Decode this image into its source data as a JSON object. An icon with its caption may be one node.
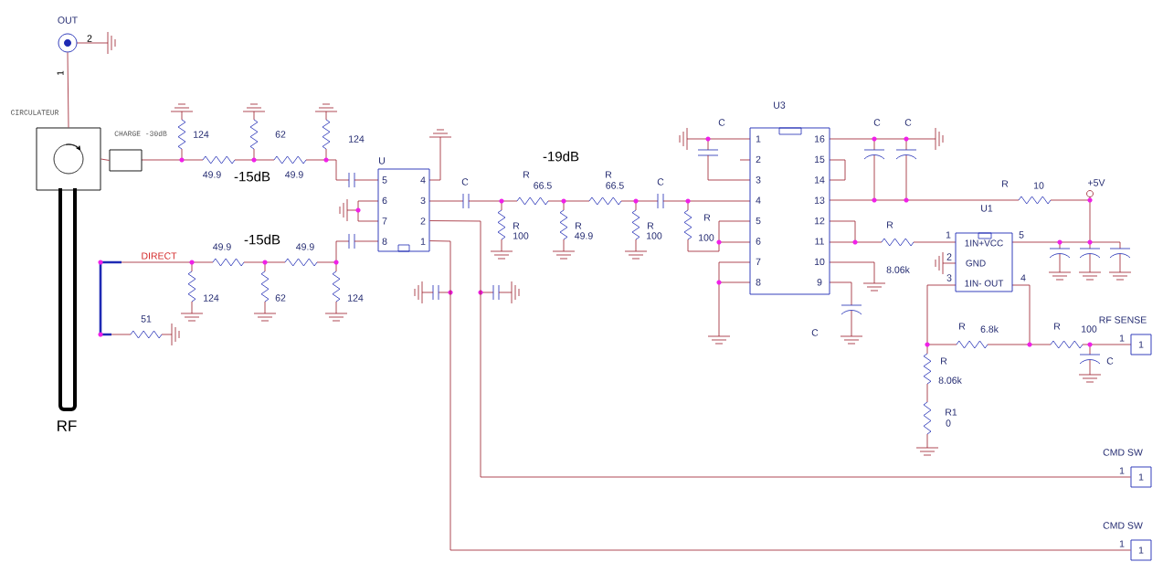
{
  "diagram": {
    "nodes": [
      {
        "text": [
          "OUT"
        ],
        "beside": [
          "2",
          "1"
        ]
      },
      {
        "text": [
          "CIRCULATEUR"
        ]
      },
      {
        "text": [
          "CHARGE -30dB"
        ]
      },
      {
        "text": [
          "RF"
        ]
      },
      {
        "text": [
          "U",
          "5",
          "6",
          "7",
          "8",
          "4",
          "3",
          "2",
          "1"
        ]
      },
      {
        "text": [
          "U3",
          "1",
          "2",
          "3",
          "4",
          "5",
          "6",
          "7",
          "8",
          "16",
          "15",
          "14",
          "13",
          "12",
          "11",
          "10",
          "9"
        ]
      },
      {
        "text": [
          "U1",
          "1IN+VCC",
          "GND",
          "1IN- OUT"
        ],
        "beside": [
          "1",
          "5",
          "2",
          "3",
          "4"
        ]
      },
      {
        "text": [
          "RF SENSE",
          "1"
        ],
        "beside": [
          "1"
        ]
      },
      {
        "text": [
          "CMD SW",
          "1"
        ],
        "beside": [
          "1"
        ]
      },
      {
        "text": [
          "CMD SW",
          "1"
        ],
        "beside": [
          "1"
        ]
      }
    ],
    "edges": [
      {
        "from": 0,
        "to": 1,
        "arrow": "none"
      },
      {
        "from": 1,
        "to": 2,
        "arrow": "none"
      },
      {
        "from": 4,
        "to": 8,
        "arrow": "none"
      },
      {
        "from": 4,
        "to": 9,
        "arrow": "none"
      }
    ],
    "labels": [
      "124",
      "62",
      "124",
      "49.9",
      "-15dB",
      "49.9",
      "DIRECT",
      "49.9",
      "-15dB",
      "49.9",
      "124",
      "62",
      "124",
      "51",
      "-19dB",
      "C",
      "R",
      "66.5",
      "R",
      "66.5",
      "C",
      "R",
      "100",
      "R",
      "49.9",
      "R",
      "100",
      "R",
      "100",
      "C",
      "C",
      "C",
      "R",
      "10",
      "+5V",
      "R",
      "8.06k",
      "C",
      "R",
      "6.8k",
      "R",
      "100",
      "R",
      "C",
      "8.06k",
      "R1",
      "0"
    ]
  }
}
